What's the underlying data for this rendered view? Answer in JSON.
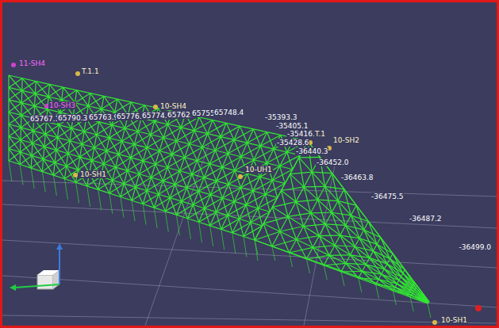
{
  "diagram": {
    "labels": [
      "11-SH4",
      "T.1.1",
      "10-SH3",
      "10-SH4",
      "65767.1",
      "65790.3",
      "65763.9",
      "65776.3",
      "65774.8",
      "65762.4",
      "65755.4",
      "65748.4",
      "-35393.3",
      "-35405.1",
      "-35416.8",
      "-35428.6",
      "T.1",
      "10-SH2",
      "-36440.3",
      "-36452.0",
      "-36463.8",
      "-36475.5",
      "-36487.2",
      "-36499.0",
      "10-SH1",
      "10-UH1",
      "10-SH1"
    ]
  }
}
